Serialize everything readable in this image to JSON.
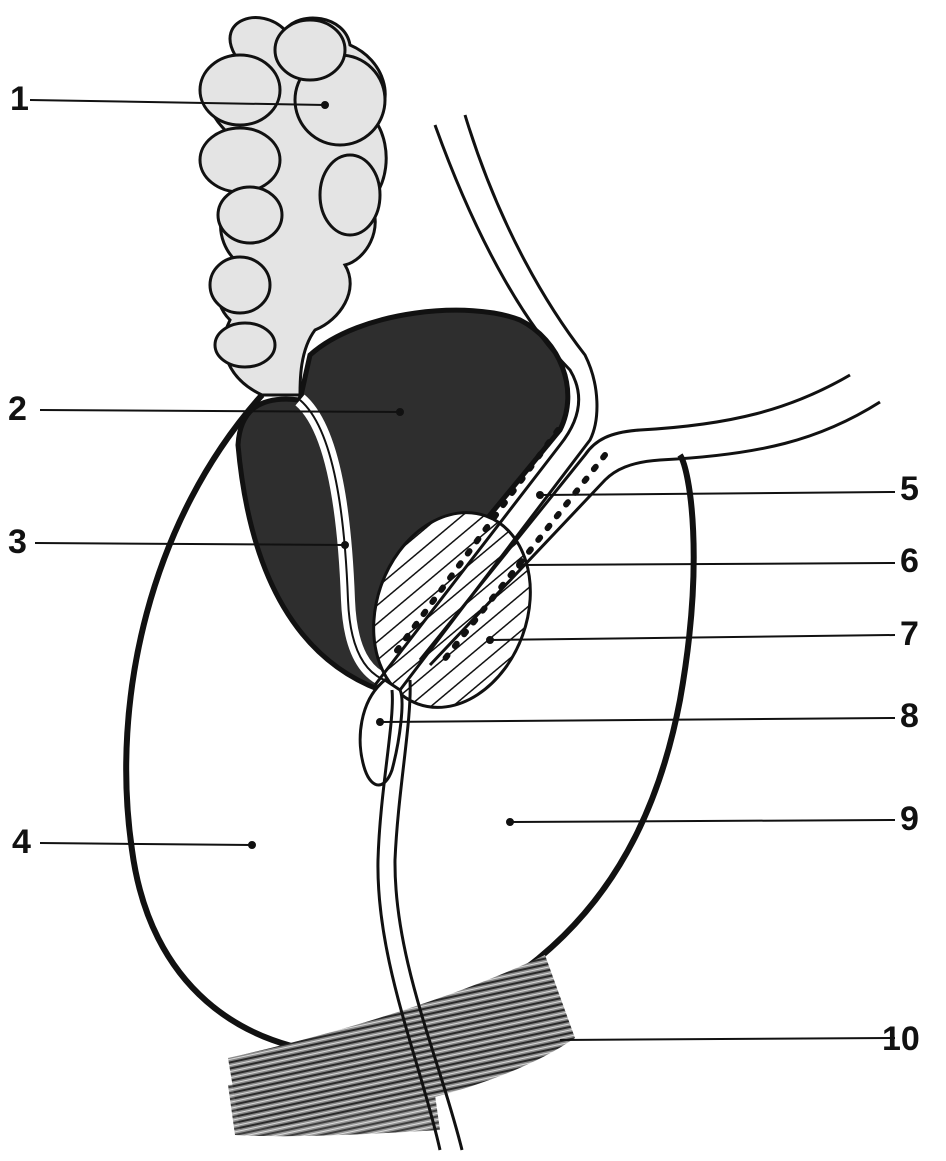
{
  "diagram": {
    "ink_color": "#111111",
    "dark_fill": "#2e2e2e",
    "background": "#ffffff",
    "callouts": [
      {
        "number": "1"
      },
      {
        "number": "2"
      },
      {
        "number": "3"
      },
      {
        "number": "4"
      },
      {
        "number": "5"
      },
      {
        "number": "6"
      },
      {
        "number": "7"
      },
      {
        "number": "8"
      },
      {
        "number": "9"
      },
      {
        "number": "10"
      }
    ]
  }
}
